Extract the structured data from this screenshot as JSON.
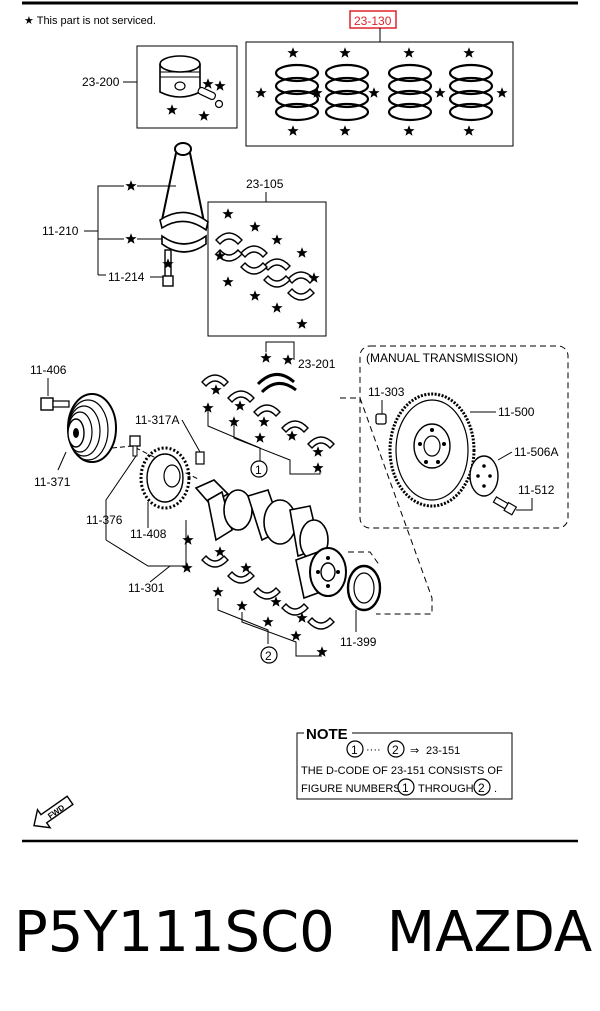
{
  "header": {
    "service_notice": "★ This part is not serviced."
  },
  "callouts": {
    "c_23_130": "23-130",
    "c_23_200": "23-200",
    "c_23_105": "23-105",
    "c_11_210": "11-210",
    "c_11_214": "11-214",
    "c_23_201": "23-201",
    "c_11_406": "11-406",
    "c_11_317a": "11-317A",
    "c_11_371": "11-371",
    "c_11_376": "11-376",
    "c_11_408": "11-408",
    "c_11_301": "11-301",
    "c_11_399": "11-399",
    "c_11_303": "11-303",
    "c_11_500": "11-500",
    "c_11_506a": "11-506A",
    "c_11_512": "11-512"
  },
  "group_markers": {
    "one": "1",
    "two": "2"
  },
  "manual_transmission": "(MANUAL TRANSMISSION)",
  "note": {
    "title": "NOTE",
    "seq_one": "1",
    "seq_dots": "····",
    "seq_two": "2",
    "seq_arrow": "⇒",
    "seq_code": "23-151",
    "line2": "THE D-CODE OF  23-151  CONSISTS OF",
    "line3_a": "FIGURE NUMBERS",
    "line3_one": "1",
    "line3_b": "THROUGH",
    "line3_two": "2",
    "line3_c": "."
  },
  "fwd_label": "FWD",
  "caption": {
    "part_number": "P5Y111SC0",
    "brand": "MAZDA"
  },
  "colors": {
    "ink": "#000000",
    "highlight_box": "#e0232a",
    "highlight_text": "#e0232a"
  }
}
